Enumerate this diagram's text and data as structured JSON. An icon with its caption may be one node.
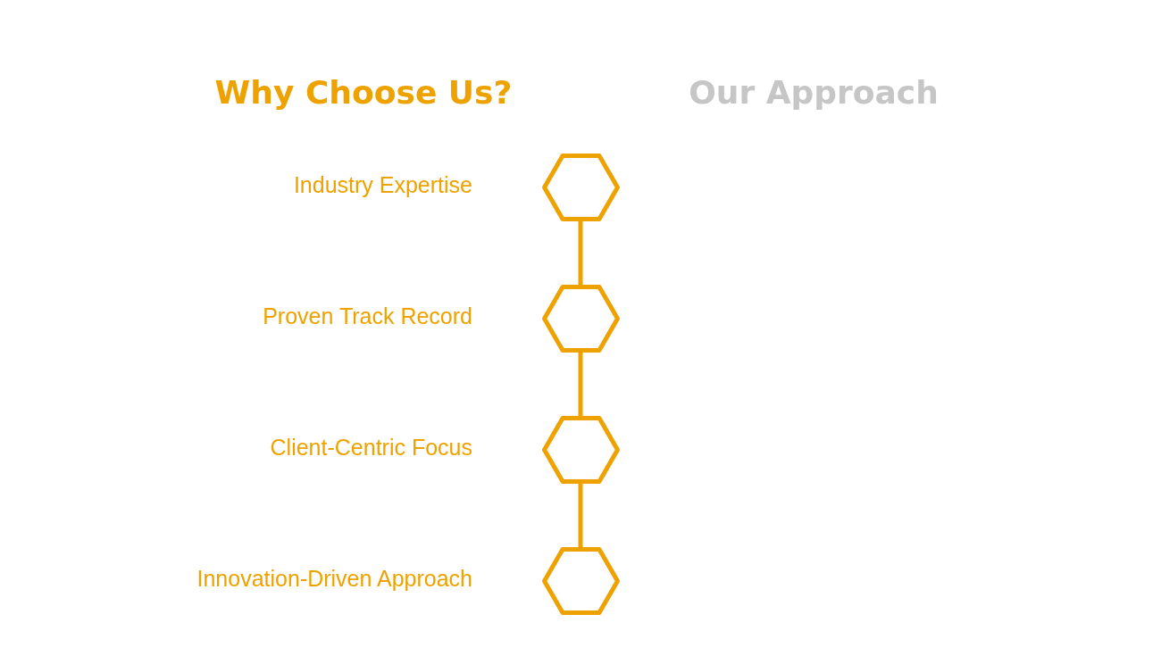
{
  "diagram": {
    "title": "Why Choose Us?",
    "nodes": [
      {
        "text": [],
        "shape": "hexagon",
        "beside": [
          "Industry Expertise"
        ]
      },
      {
        "text": [],
        "shape": "hexagon",
        "beside": [
          "Proven Track Record"
        ]
      },
      {
        "text": [],
        "shape": "hexagon",
        "beside": [
          "Client-Centric Focus"
        ]
      },
      {
        "text": [],
        "shape": "hexagon",
        "beside": [
          "Innovation-Driven Approach"
        ]
      }
    ],
    "edges": [
      {
        "from": 0,
        "to": 1,
        "arrow": "none"
      },
      {
        "from": 1,
        "to": 2,
        "arrow": "none"
      },
      {
        "from": 2,
        "to": 3,
        "arrow": "none"
      }
    ],
    "labels": [
      "Our Approach"
    ]
  }
}
